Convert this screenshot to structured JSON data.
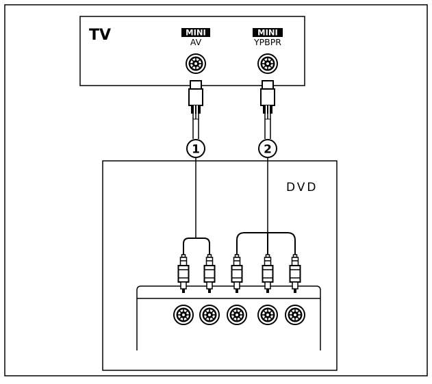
{
  "tv": {
    "label": "TV",
    "ports": [
      {
        "badge": "MINI",
        "name": "AV"
      },
      {
        "badge": "MINI",
        "name": "YPBPR"
      }
    ]
  },
  "dvd": {
    "label": "DVD"
  },
  "connections": [
    {
      "number": "1",
      "from": "AV",
      "plugs": 2
    },
    {
      "number": "2",
      "from": "YPBPR",
      "plugs": 3
    }
  ],
  "colors": {
    "line": "#000000",
    "background": "#ffffff",
    "badge_bg": "#000000",
    "badge_text": "#ffffff"
  }
}
